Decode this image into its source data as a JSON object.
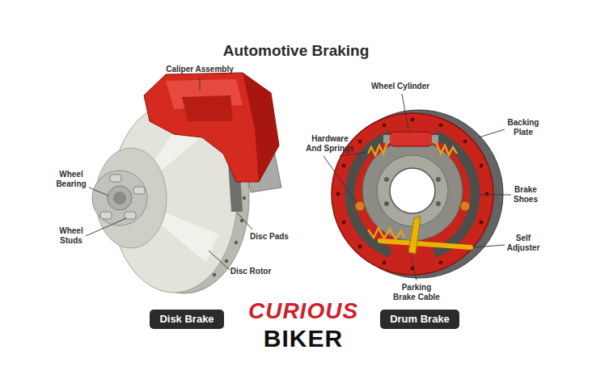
{
  "diagram": {
    "title": "Automotive Braking",
    "nodes": [
      {
        "text": [
          "Disk Brake"
        ]
      },
      {
        "text": [
          "Drum Brake"
        ]
      }
    ],
    "labels": [
      "Caliper Assembly",
      "Wheel Bearing",
      "Wheel Studs",
      "Disc Pads",
      "Disc Rotor",
      "Wheel Cylinder",
      "Hardware And Springs",
      "Backing Plate",
      "Brake Shoes",
      "Self Adjuster",
      "Parking Brake Cable",
      "CURIOUS",
      "BIKER"
    ]
  }
}
